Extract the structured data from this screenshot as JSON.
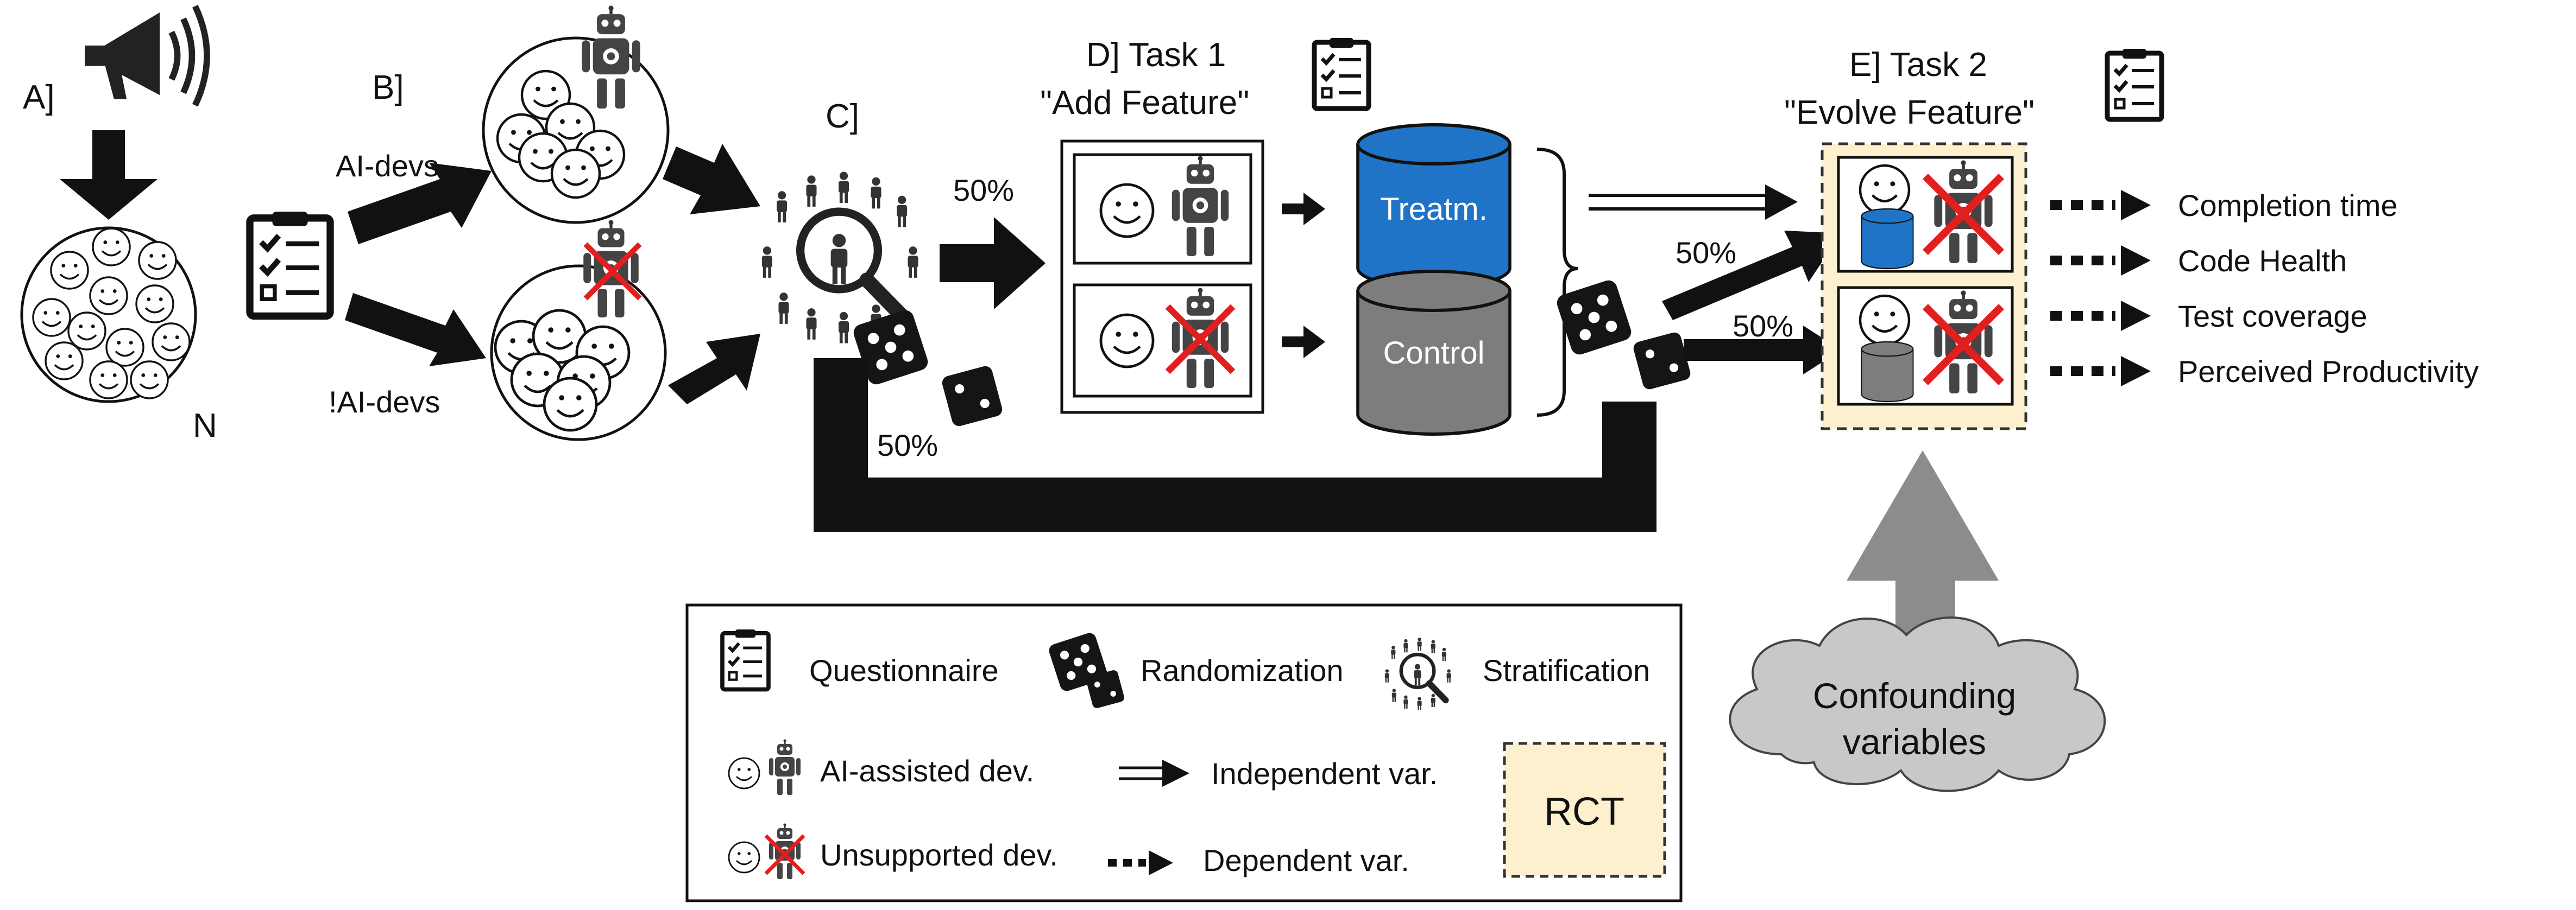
{
  "steps": {
    "a": "A]",
    "b": "B]",
    "c": "C]",
    "d_title": "D] Task 1",
    "d_subtitle": "\"Add Feature\"",
    "e_title": "E] Task 2",
    "e_subtitle": "\"Evolve Feature\""
  },
  "population": {
    "n_label": "N"
  },
  "groups": {
    "ai_devs": "AI-devs",
    "non_ai_devs": "!AI-devs"
  },
  "percent": {
    "top_to_task1": "50%",
    "bottom_loop": "50%",
    "dice_upper": "50%",
    "dice_lower": "50%"
  },
  "task1": {
    "treatment_label": "Treatm.",
    "control_label": "Control"
  },
  "outcomes": [
    "Completion time",
    "Code Health",
    "Test coverage",
    "Perceived Productivity"
  ],
  "confounding": {
    "line1": "Confounding",
    "line2": "variables"
  },
  "legend": {
    "questionnaire": "Questionnaire",
    "randomization": "Randomization",
    "stratification": "Stratification",
    "ai_assisted": "AI-assisted dev.",
    "unsupported": "Unsupported dev.",
    "independent": "Independent var.",
    "dependent": "Dependent var.",
    "rct": "RCT"
  },
  "colors": {
    "treatment": "#1f74c8",
    "control": "#7d7d7d",
    "rct_fill": "#fcf0cf",
    "cloud": "#c8c8c8",
    "cross": "#e02020",
    "confound_arrow": "#8c8c8c"
  },
  "icons": [
    "megaphone-icon",
    "clipboard-icon",
    "smiley-icon",
    "robot-icon",
    "dice-icon",
    "stratification-icon",
    "database-icon"
  ]
}
